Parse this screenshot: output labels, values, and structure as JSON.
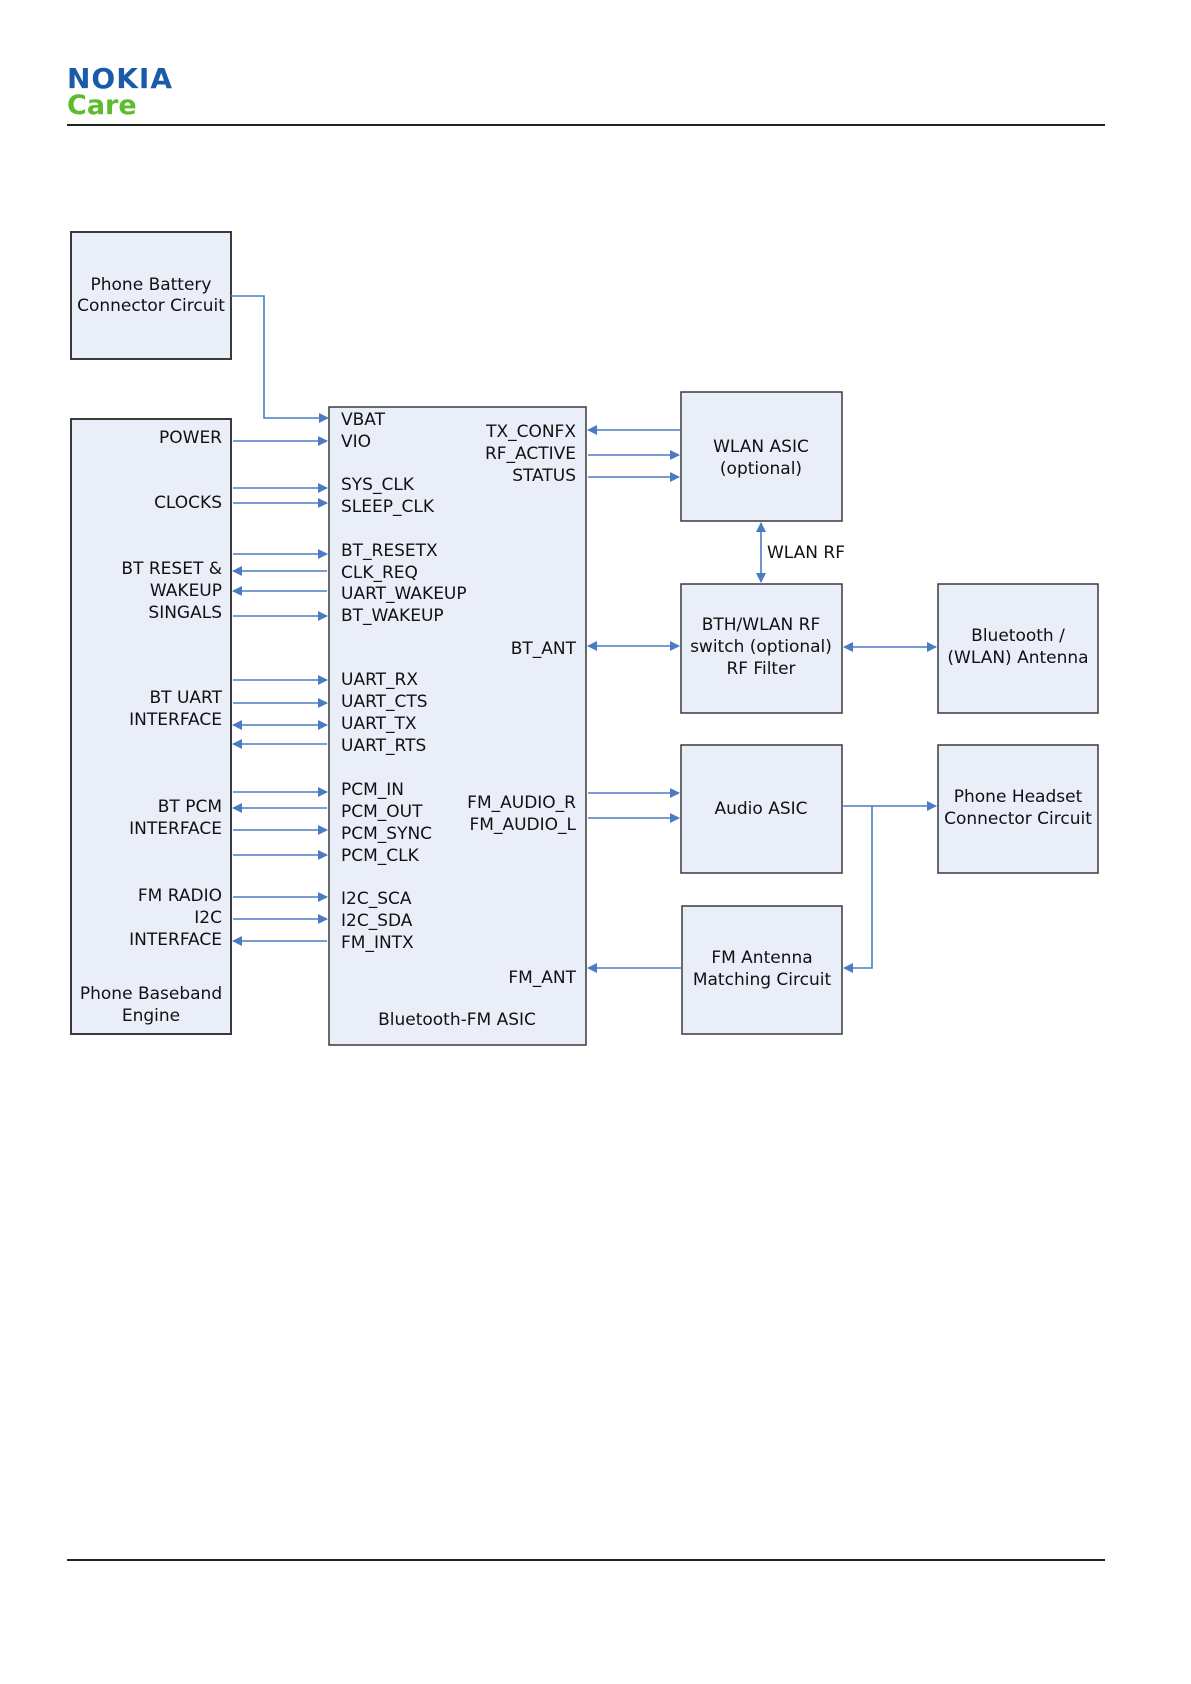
{
  "header": {
    "brand": "NOKIA",
    "sub_brand": "Care"
  },
  "colors": {
    "box_fill": "#e9eef8",
    "box_border": "#3a3a3a",
    "arrow": "#4a7cc4",
    "brand_blue": "#1a5aa8",
    "brand_green": "#5dbb2e"
  },
  "diagram": {
    "battery": {
      "line1": "Phone Battery",
      "line2": "Connector Circuit"
    },
    "baseband": {
      "power": "POWER",
      "clocks": "CLOCKS",
      "bt_reset_1": "BT RESET &",
      "bt_reset_2": "WAKEUP",
      "bt_reset_3": "SINGALS",
      "bt_uart_1": "BT UART",
      "bt_uart_2": "INTERFACE",
      "bt_pcm_1": "BT PCM",
      "bt_pcm_2": "INTERFACE",
      "fm_radio_1": "FM RADIO",
      "fm_radio_2": "I2C",
      "fm_radio_3": "INTERFACE",
      "name_1": "Phone Baseband",
      "name_2": "Engine"
    },
    "asic": {
      "vbat": "VBAT",
      "vio": "VIO",
      "sys_clk": "SYS_CLK",
      "sleep_clk": "SLEEP_CLK",
      "bt_resetx": "BT_RESETX",
      "clk_req": "CLK_REQ",
      "uart_wakeup": "UART_WAKEUP",
      "bt_wakeup": "BT_WAKEUP",
      "uart_rx": "UART_RX",
      "uart_cts": "UART_CTS",
      "uart_tx": "UART_TX",
      "uart_rts": "UART_RTS",
      "pcm_in": "PCM_IN",
      "pcm_out": "PCM_OUT",
      "pcm_sync": "PCM_SYNC",
      "pcm_clk": "PCM_CLK",
      "i2c_sca": "I2C_SCA",
      "i2c_sda": "I2C_SDA",
      "fm_intx": "FM_INTX",
      "tx_confx": "TX_CONFX",
      "rf_active": "RF_ACTIVE",
      "status": "STATUS",
      "bt_ant": "BT_ANT",
      "fm_audio_r": "FM_AUDIO_R",
      "fm_audio_l": "FM_AUDIO_L",
      "fm_ant": "FM_ANT",
      "name": "Bluetooth-FM ASIC"
    },
    "wlan_asic": {
      "line1": "WLAN ASIC",
      "line2": "(optional)"
    },
    "wlan_rf_label": "WLAN RF",
    "rf_switch": {
      "line1": "BTH/WLAN RF",
      "line2": "switch (optional)",
      "line3": "RF Filter"
    },
    "antenna": {
      "line1": "Bluetooth /",
      "line2": "(WLAN) Antenna"
    },
    "audio_asic": "Audio ASIC",
    "headset": {
      "line1": "Phone Headset",
      "line2": "Connector Circuit"
    },
    "fm_antenna": {
      "line1": "FM Antenna",
      "line2": "Matching Circuit"
    }
  }
}
